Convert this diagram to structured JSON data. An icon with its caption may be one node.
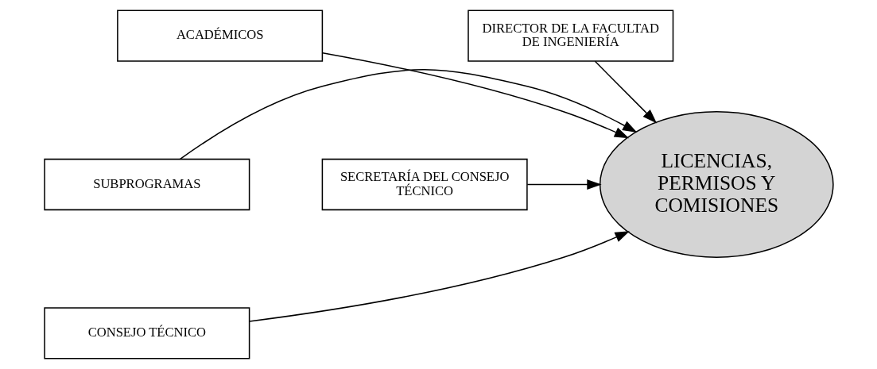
{
  "diagram": {
    "nodes": [
      {
        "text": [
          "ACADÉMICOS"
        ]
      },
      {
        "text": [
          "DIRECTOR DE LA FACULTAD DE INGENIERÍA"
        ]
      },
      {
        "text": [
          "LICENCIAS, PERMISOS Y COMISIONES"
        ]
      },
      {
        "text": [
          "SUBPROGRAMAS"
        ]
      },
      {
        "text": [
          "SECRETARÍA DEL CONSEJO TÉCNICO"
        ]
      },
      {
        "text": [
          "CONSEJO TÉCNICO"
        ]
      }
    ],
    "edges": [
      {
        "from": 0,
        "to": 2,
        "arrow": "to"
      },
      {
        "from": 1,
        "to": 2,
        "arrow": "to"
      },
      {
        "from": 3,
        "to": 2,
        "arrow": "to"
      },
      {
        "from": 4,
        "to": 2,
        "arrow": "to"
      },
      {
        "from": 5,
        "to": 2,
        "arrow": "to"
      }
    ]
  }
}
